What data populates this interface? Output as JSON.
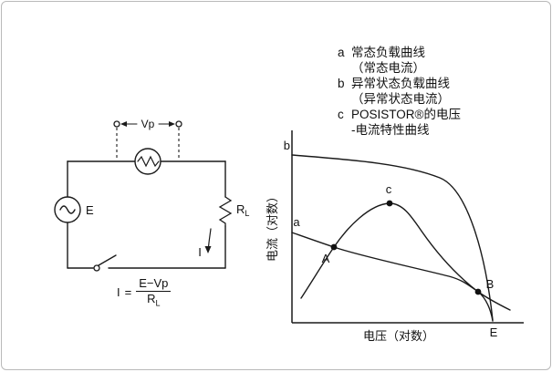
{
  "figure": {
    "legend": {
      "items": [
        {
          "key": "a",
          "line1": "常态负载曲线",
          "line2": "（常态电流）"
        },
        {
          "key": "b",
          "line1": "异常状态负载曲线",
          "line2": "（异常状态电流）"
        },
        {
          "key": "c",
          "line1": "POSISTOR®的电压",
          "line2": "-电流特性曲线"
        }
      ]
    },
    "circuit": {
      "vp_label": "Vp",
      "source_label": "E",
      "rl_label_main": "R",
      "rl_label_sub": "L",
      "current_label": "I",
      "formula": {
        "lhs": "I",
        "eq": "=",
        "numerator": "E−Vp",
        "den_main": "R",
        "den_sub": "L"
      }
    },
    "graph": {
      "y_axis_label": "电流（对数）",
      "x_axis_label": "电压（对数）",
      "x_end_label": "E",
      "curve_labels": {
        "a": "a",
        "b": "b",
        "c": "c"
      },
      "point_labels": {
        "A": "A",
        "B": "B"
      }
    },
    "colors": {
      "line": "#1a1a1a",
      "border": "#b9b9b9",
      "background": "#ffffff"
    }
  }
}
